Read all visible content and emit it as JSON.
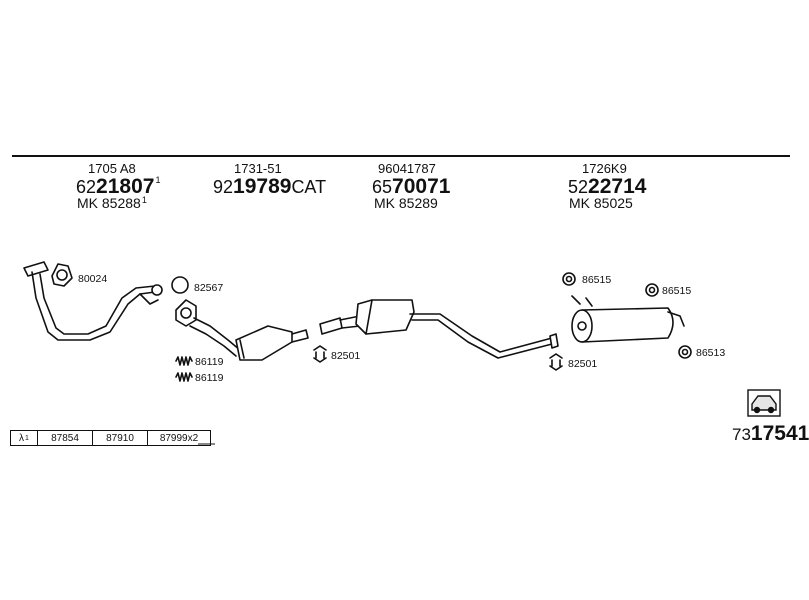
{
  "header_columns": [
    {
      "code": "1705 A8",
      "pn_prefix": "62",
      "pn_main": "21807",
      "pn_sup": "1",
      "pn_suffix": "",
      "mk_prefix": "MK 85288",
      "mk_sup": "1"
    },
    {
      "code": "1731-51",
      "pn_prefix": "92",
      "pn_main": "19789",
      "pn_sup": "",
      "pn_suffix": "CAT",
      "mk_prefix": "",
      "mk_sup": ""
    },
    {
      "code": "96041787",
      "pn_prefix": "65",
      "pn_main": "70071",
      "pn_sup": "",
      "pn_suffix": "",
      "mk_prefix": "MK 85289",
      "mk_sup": ""
    },
    {
      "code": "1726K9",
      "pn_prefix": "52",
      "pn_main": "22714",
      "pn_sup": "",
      "pn_suffix": "",
      "mk_prefix": "MK 85025",
      "mk_sup": ""
    }
  ],
  "part_labels": {
    "p80024": "80024",
    "p82567": "82567",
    "p86119a": "86119",
    "p86119b": "86119",
    "p82501a": "82501",
    "p82501b": "82501",
    "p86515a": "86515",
    "p86515b": "86515",
    "p86513": "86513"
  },
  "legend": {
    "lambda": "λ",
    "lambda_sup": "1",
    "cells": [
      "87854",
      "87910",
      "87999x2"
    ]
  },
  "diagram_number": {
    "prefix": "73",
    "main": "17541"
  },
  "colors": {
    "line": "#111111",
    "part_fill": "#ffffff",
    "part_shade": "#d8d8d8"
  }
}
